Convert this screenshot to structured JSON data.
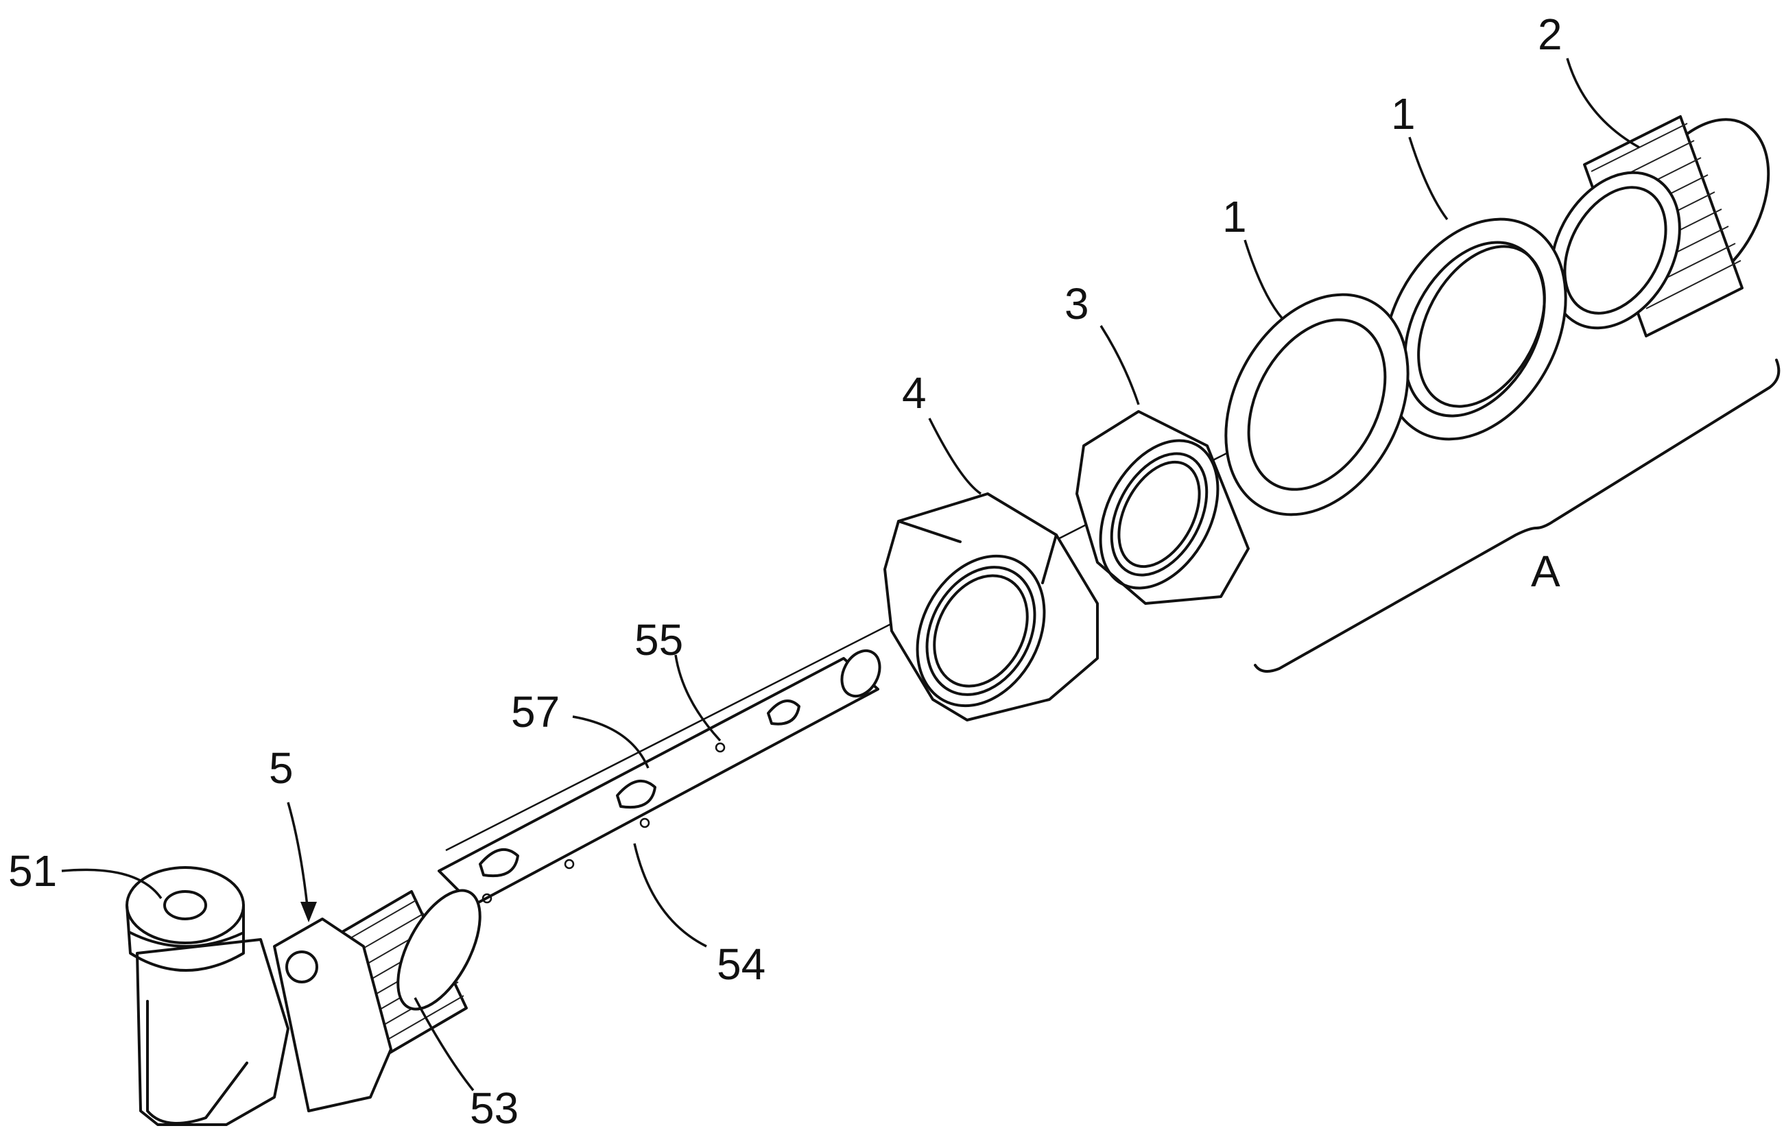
{
  "labels": {
    "part_2": "2",
    "part_1_outer": "1",
    "part_1_inner": "1",
    "part_3": "3",
    "part_4": "4",
    "assembly_a": "A",
    "part_55": "55",
    "part_57": "57",
    "part_5": "5",
    "part_51": "51",
    "part_54": "54",
    "part_53": "53"
  }
}
